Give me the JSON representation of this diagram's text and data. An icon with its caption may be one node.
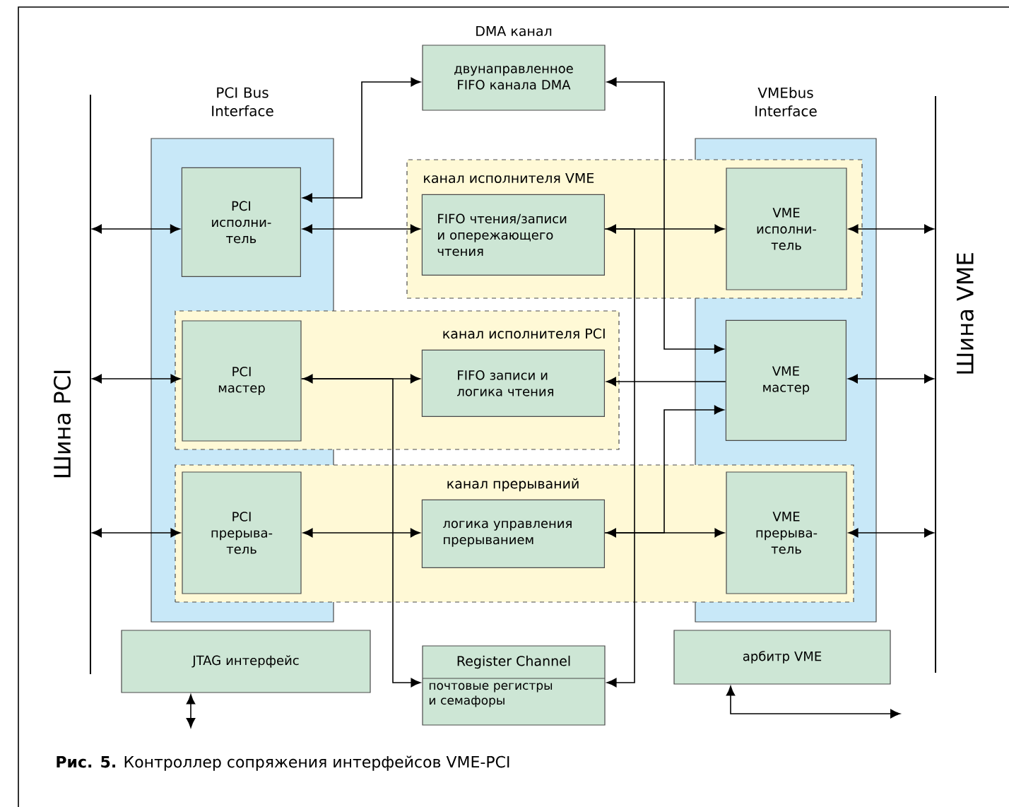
{
  "diagram": {
    "caption": "**Рис. 5.** Контроллер сопряжения интерфейсов VME-PCI",
    "nodes": [
      {
        "text": [
          "Шина PCI"
        ]
      },
      {
        "text": [
          "Шина VME"
        ]
      },
      {
        "text": [
          "PCI Bus Interface"
        ]
      },
      {
        "text": [
          "VMEbus Interface"
        ]
      },
      {
        "text": [
          "DMA канал",
          "двунаправленное FIFO канала DMA"
        ]
      },
      {
        "text": [
          "канал исполнителя VME"
        ]
      },
      {
        "text": [
          "канал исполнителя PCI"
        ]
      },
      {
        "text": [
          "канал прерываний"
        ]
      },
      {
        "text": [
          "PCI исполни- тель"
        ],
        "in": 2
      },
      {
        "text": [
          "FIFO чтения/записи и опережающего чтения"
        ],
        "in": 5
      },
      {
        "text": [
          "VME исполни- тель"
        ]
      },
      {
        "text": [
          "PCI мастер"
        ]
      },
      {
        "text": [
          "FIFO записи и логика чтения"
        ],
        "in": 6
      },
      {
        "text": [
          "VME мастер"
        ],
        "in": 3
      },
      {
        "text": [
          "PCI прерыва- тель"
        ]
      },
      {
        "text": [
          "логика управления прерыванием"
        ],
        "in": 7
      },
      {
        "text": [
          "VME прерыва- тель"
        ]
      },
      {
        "text": [
          "JTAG интерфейс"
        ]
      },
      {
        "text": [
          "Register Channel",
          "почтовые регистры и семафоры"
        ]
      },
      {
        "text": [
          "арбитр VME"
        ]
      }
    ],
    "edges": [
      {
        "from": 8,
        "to": 0,
        "arrow": "both"
      },
      {
        "from": 11,
        "to": 0,
        "arrow": "both"
      },
      {
        "from": 14,
        "to": 0,
        "arrow": "both"
      },
      {
        "from": 8,
        "to": 9,
        "arrow": "both"
      },
      {
        "from": 4,
        "to": 8,
        "arrow": "both"
      },
      {
        "from": 4,
        "to": 13,
        "arrow": "both"
      },
      {
        "from": 9,
        "to": 10,
        "arrow": "both"
      },
      {
        "from": 9,
        "to": 18,
        "arrow": "to"
      },
      {
        "from": 11,
        "to": 12,
        "arrow": "both"
      },
      {
        "from": 11,
        "to": 18,
        "arrow": "to"
      },
      {
        "from": 13,
        "to": 12,
        "arrow": "to"
      },
      {
        "from": 15,
        "to": 13,
        "arrow": "to"
      },
      {
        "from": 15,
        "to": 16,
        "arrow": "both"
      },
      {
        "from": 14,
        "to": 15,
        "arrow": "both"
      },
      {
        "from": 10,
        "to": 1,
        "arrow": "both"
      },
      {
        "from": 13,
        "to": 1,
        "arrow": "both"
      },
      {
        "from": 16,
        "to": 1,
        "arrow": "both"
      },
      {
        "from": 17,
        "to": null,
        "arrow": "both"
      },
      {
        "from": 19,
        "to": null,
        "arrow": "both"
      }
    ]
  }
}
